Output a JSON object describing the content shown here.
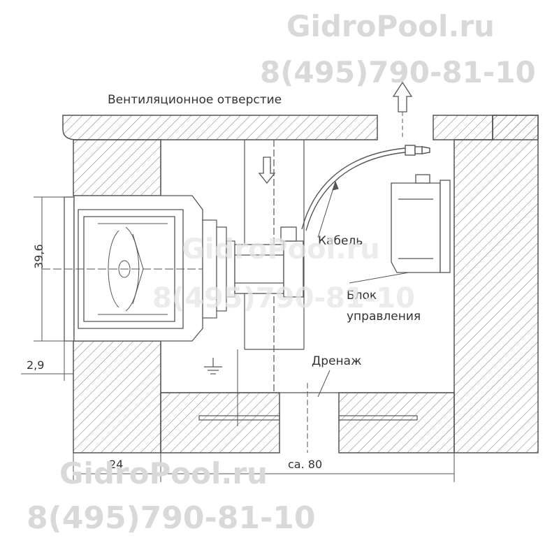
{
  "labels": {
    "vent": "Вентиляционное отверстие",
    "cable": "Кабель",
    "control_block_line1": "Блок",
    "control_block_line2": "управления",
    "drain": "Дренаж"
  },
  "dimensions": {
    "height": "39,6",
    "offset": "2,9",
    "wall": "24",
    "depth": "ca. 80"
  },
  "watermark": {
    "site": "GidroPool.ru",
    "phone": "8(495)790-81-10"
  },
  "colors": {
    "line": "#555555",
    "hatch": "#777777",
    "watermark": "#d9d9d9"
  }
}
